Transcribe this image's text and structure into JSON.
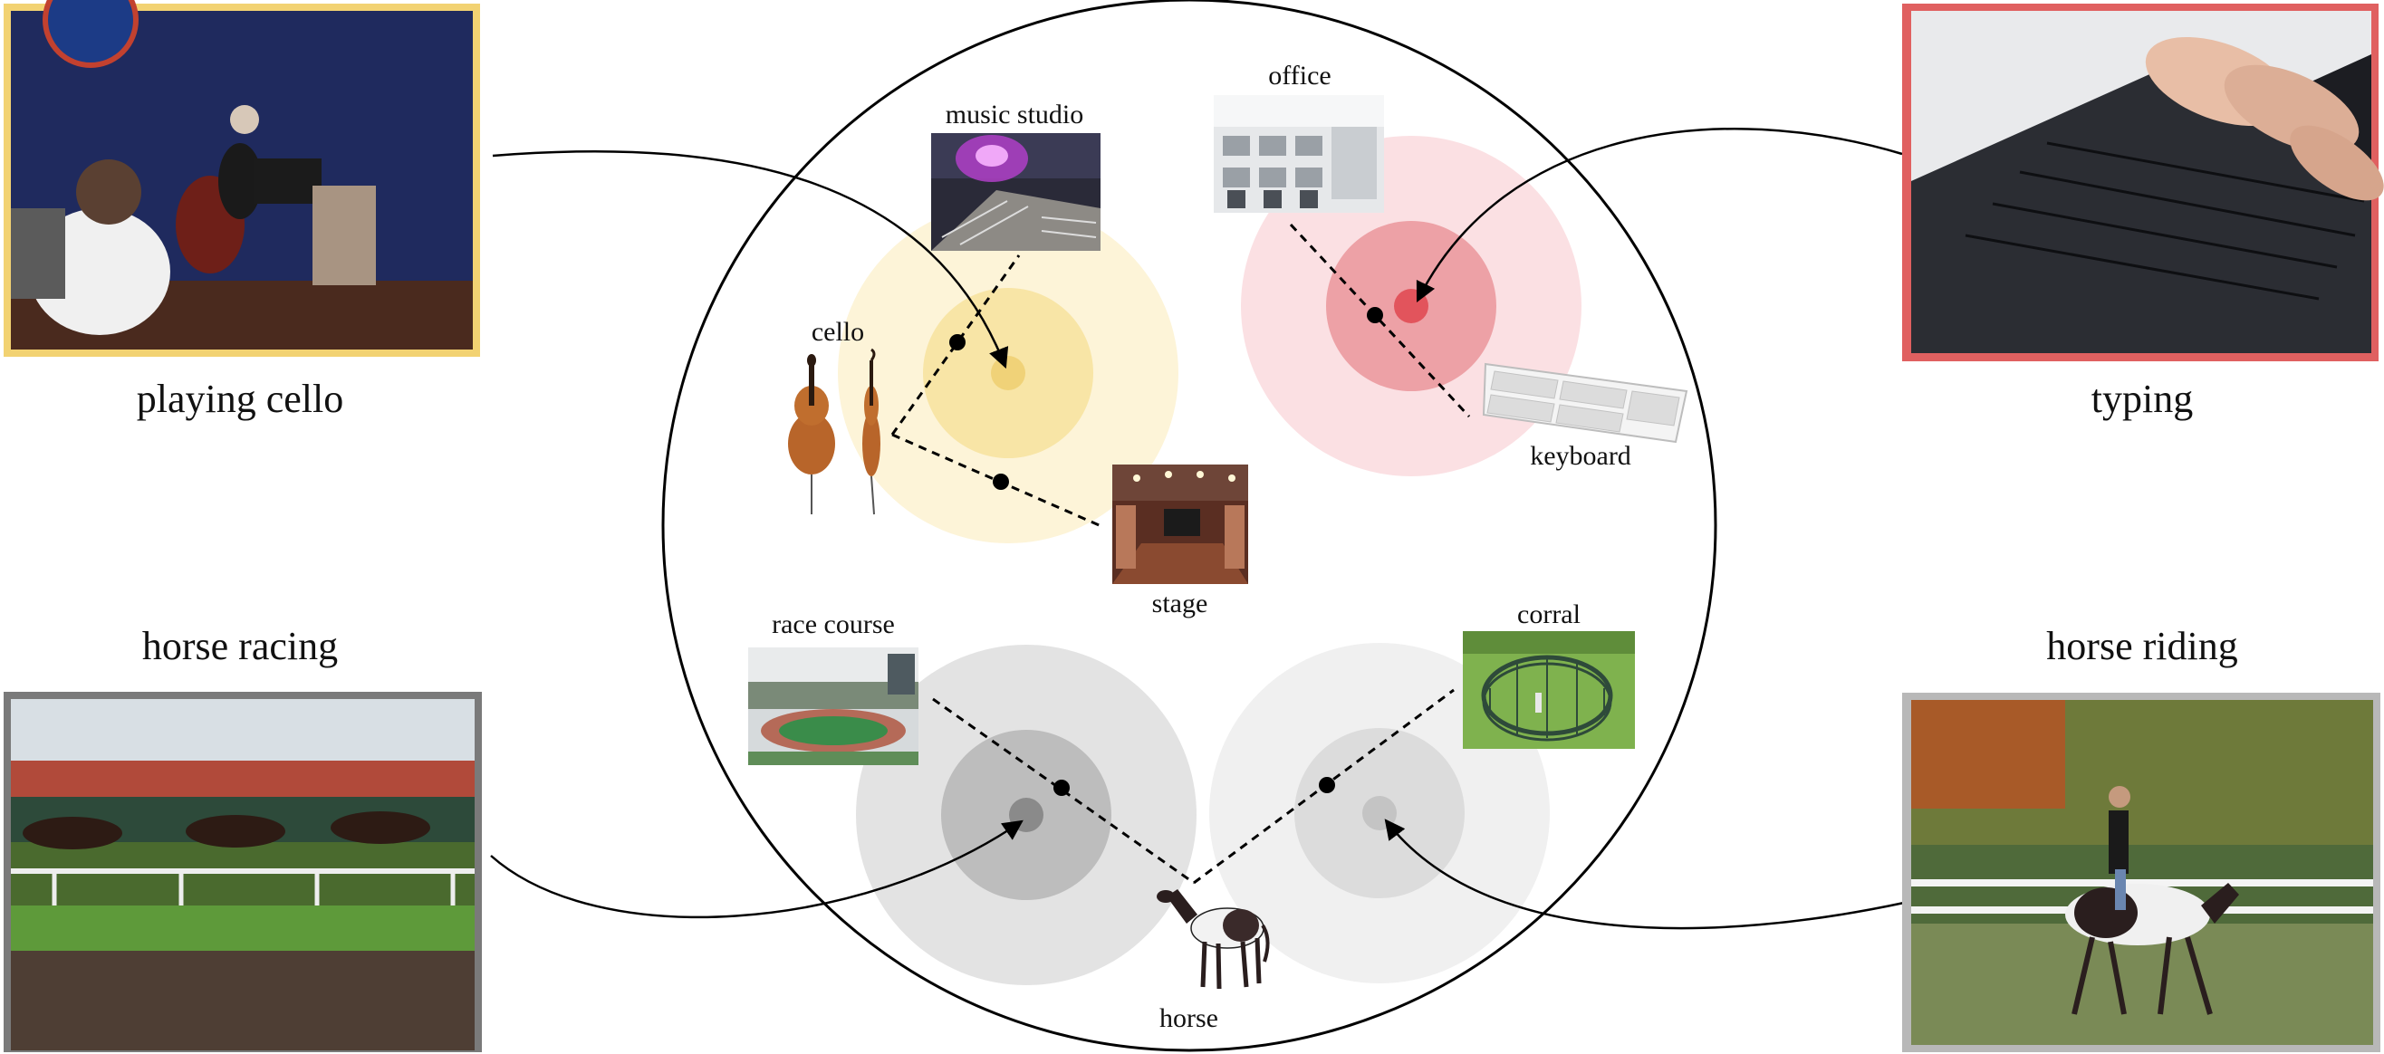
{
  "activities": {
    "playing_cello": "playing cello",
    "typing": "typing",
    "horse_racing": "horse racing",
    "horse_riding": "horse riding"
  },
  "objects": {
    "cello": "cello",
    "keyboard": "keyboard",
    "horse": "horse"
  },
  "scenes": {
    "music_studio": "music studio",
    "office": "office",
    "stage": "stage",
    "race_course": "race course",
    "corral": "corral"
  },
  "colors": {
    "cello_frame": "#f2d272",
    "typing_frame": "#e06060",
    "racing_frame": "#7a7a7a",
    "riding_frame": "#b8b8b8",
    "yellow_outer": "#fdf4d8",
    "yellow_mid": "#f8e5a6",
    "yellow_core": "#f0d278",
    "red_outer": "#fbe0e3",
    "red_mid": "#eda1a6",
    "red_core": "#e2545c",
    "gray_dark_outer": "#e3e3e3",
    "gray_dark_mid": "#bdbdbd",
    "gray_dark_core": "#8a8a8a",
    "gray_light_outer": "#f0f0f0",
    "gray_light_mid": "#dcdcdc",
    "gray_light_core": "#c4c4c4"
  }
}
